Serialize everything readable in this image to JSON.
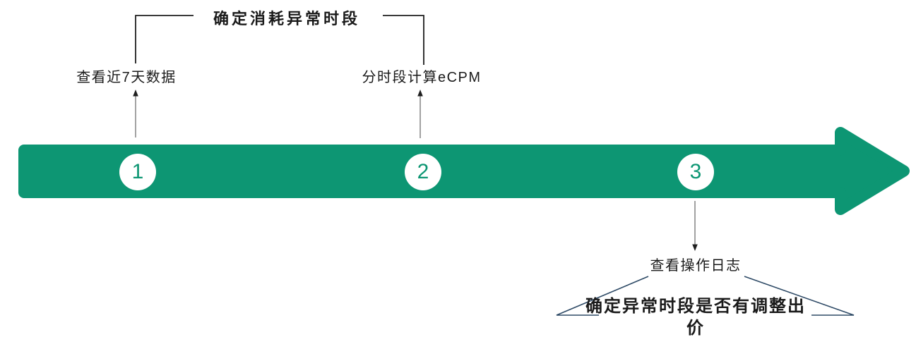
{
  "diagram": {
    "title": "确定消耗异常时段",
    "steps": [
      {
        "number": "1",
        "label": "查看近7天数据"
      },
      {
        "number": "2",
        "label": "分时段计算eCPM"
      },
      {
        "number": "3",
        "label": "查看操作日志"
      }
    ],
    "note": "确定异常时段是否有调整出价"
  },
  "icons": {
    "timeline_arrow": "right-arrow",
    "step_connectors": [
      "up-arrow",
      "up-arrow",
      "down-arrow"
    ]
  },
  "colors": {
    "arrow_green": "#0D9673",
    "bracket_line": "#1F1F1F",
    "connector_line": "#7A7A7A",
    "expansion_line": "#2E4A66",
    "text_dark": "#1A1A1A",
    "step_number_green": "#0D9673",
    "background": "#FFFFFF"
  }
}
